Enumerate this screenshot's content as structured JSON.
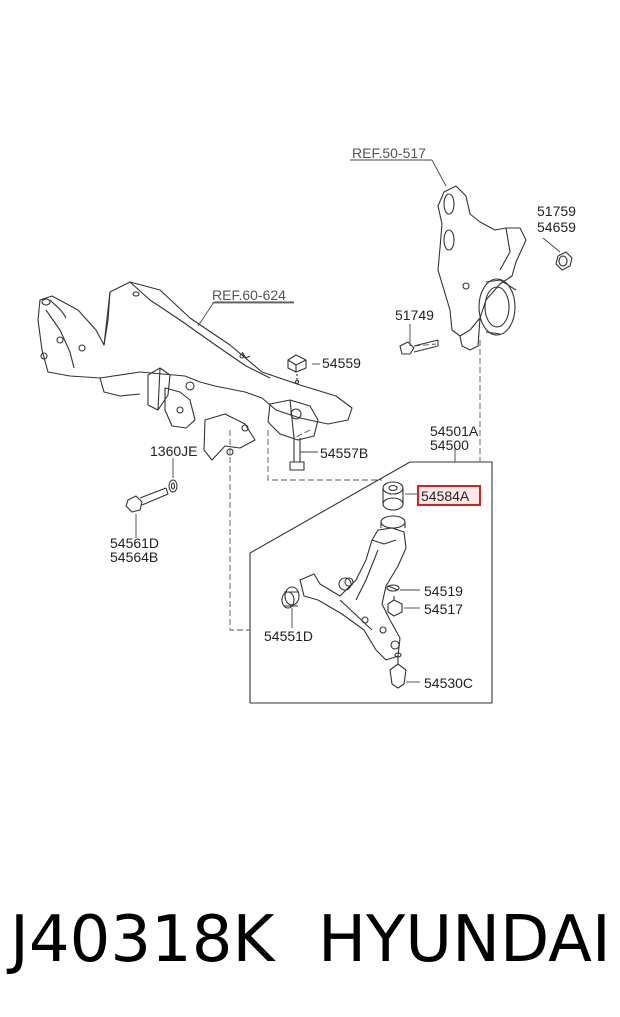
{
  "diagram": {
    "refs": [
      "REF.50-517",
      "REF.60-624"
    ],
    "labels": {
      "l51759": "51759",
      "l54659": "54659",
      "l51749": "51749",
      "l54559": "54559",
      "l54557B": "54557B",
      "l1360JE": "1360JE",
      "l54561D": "54561D",
      "l54564B": "54564B",
      "l54501A": "54501A",
      "l54500": "54500",
      "l54584A": "54584A",
      "l54519": "54519",
      "l54517": "54517",
      "l54551D": "54551D",
      "l54530C": "54530C"
    },
    "highlight": {
      "part": "54584A",
      "color": "#d62020"
    }
  },
  "footer": {
    "part_code": "J40318K",
    "brand": "HYUNDAI"
  }
}
